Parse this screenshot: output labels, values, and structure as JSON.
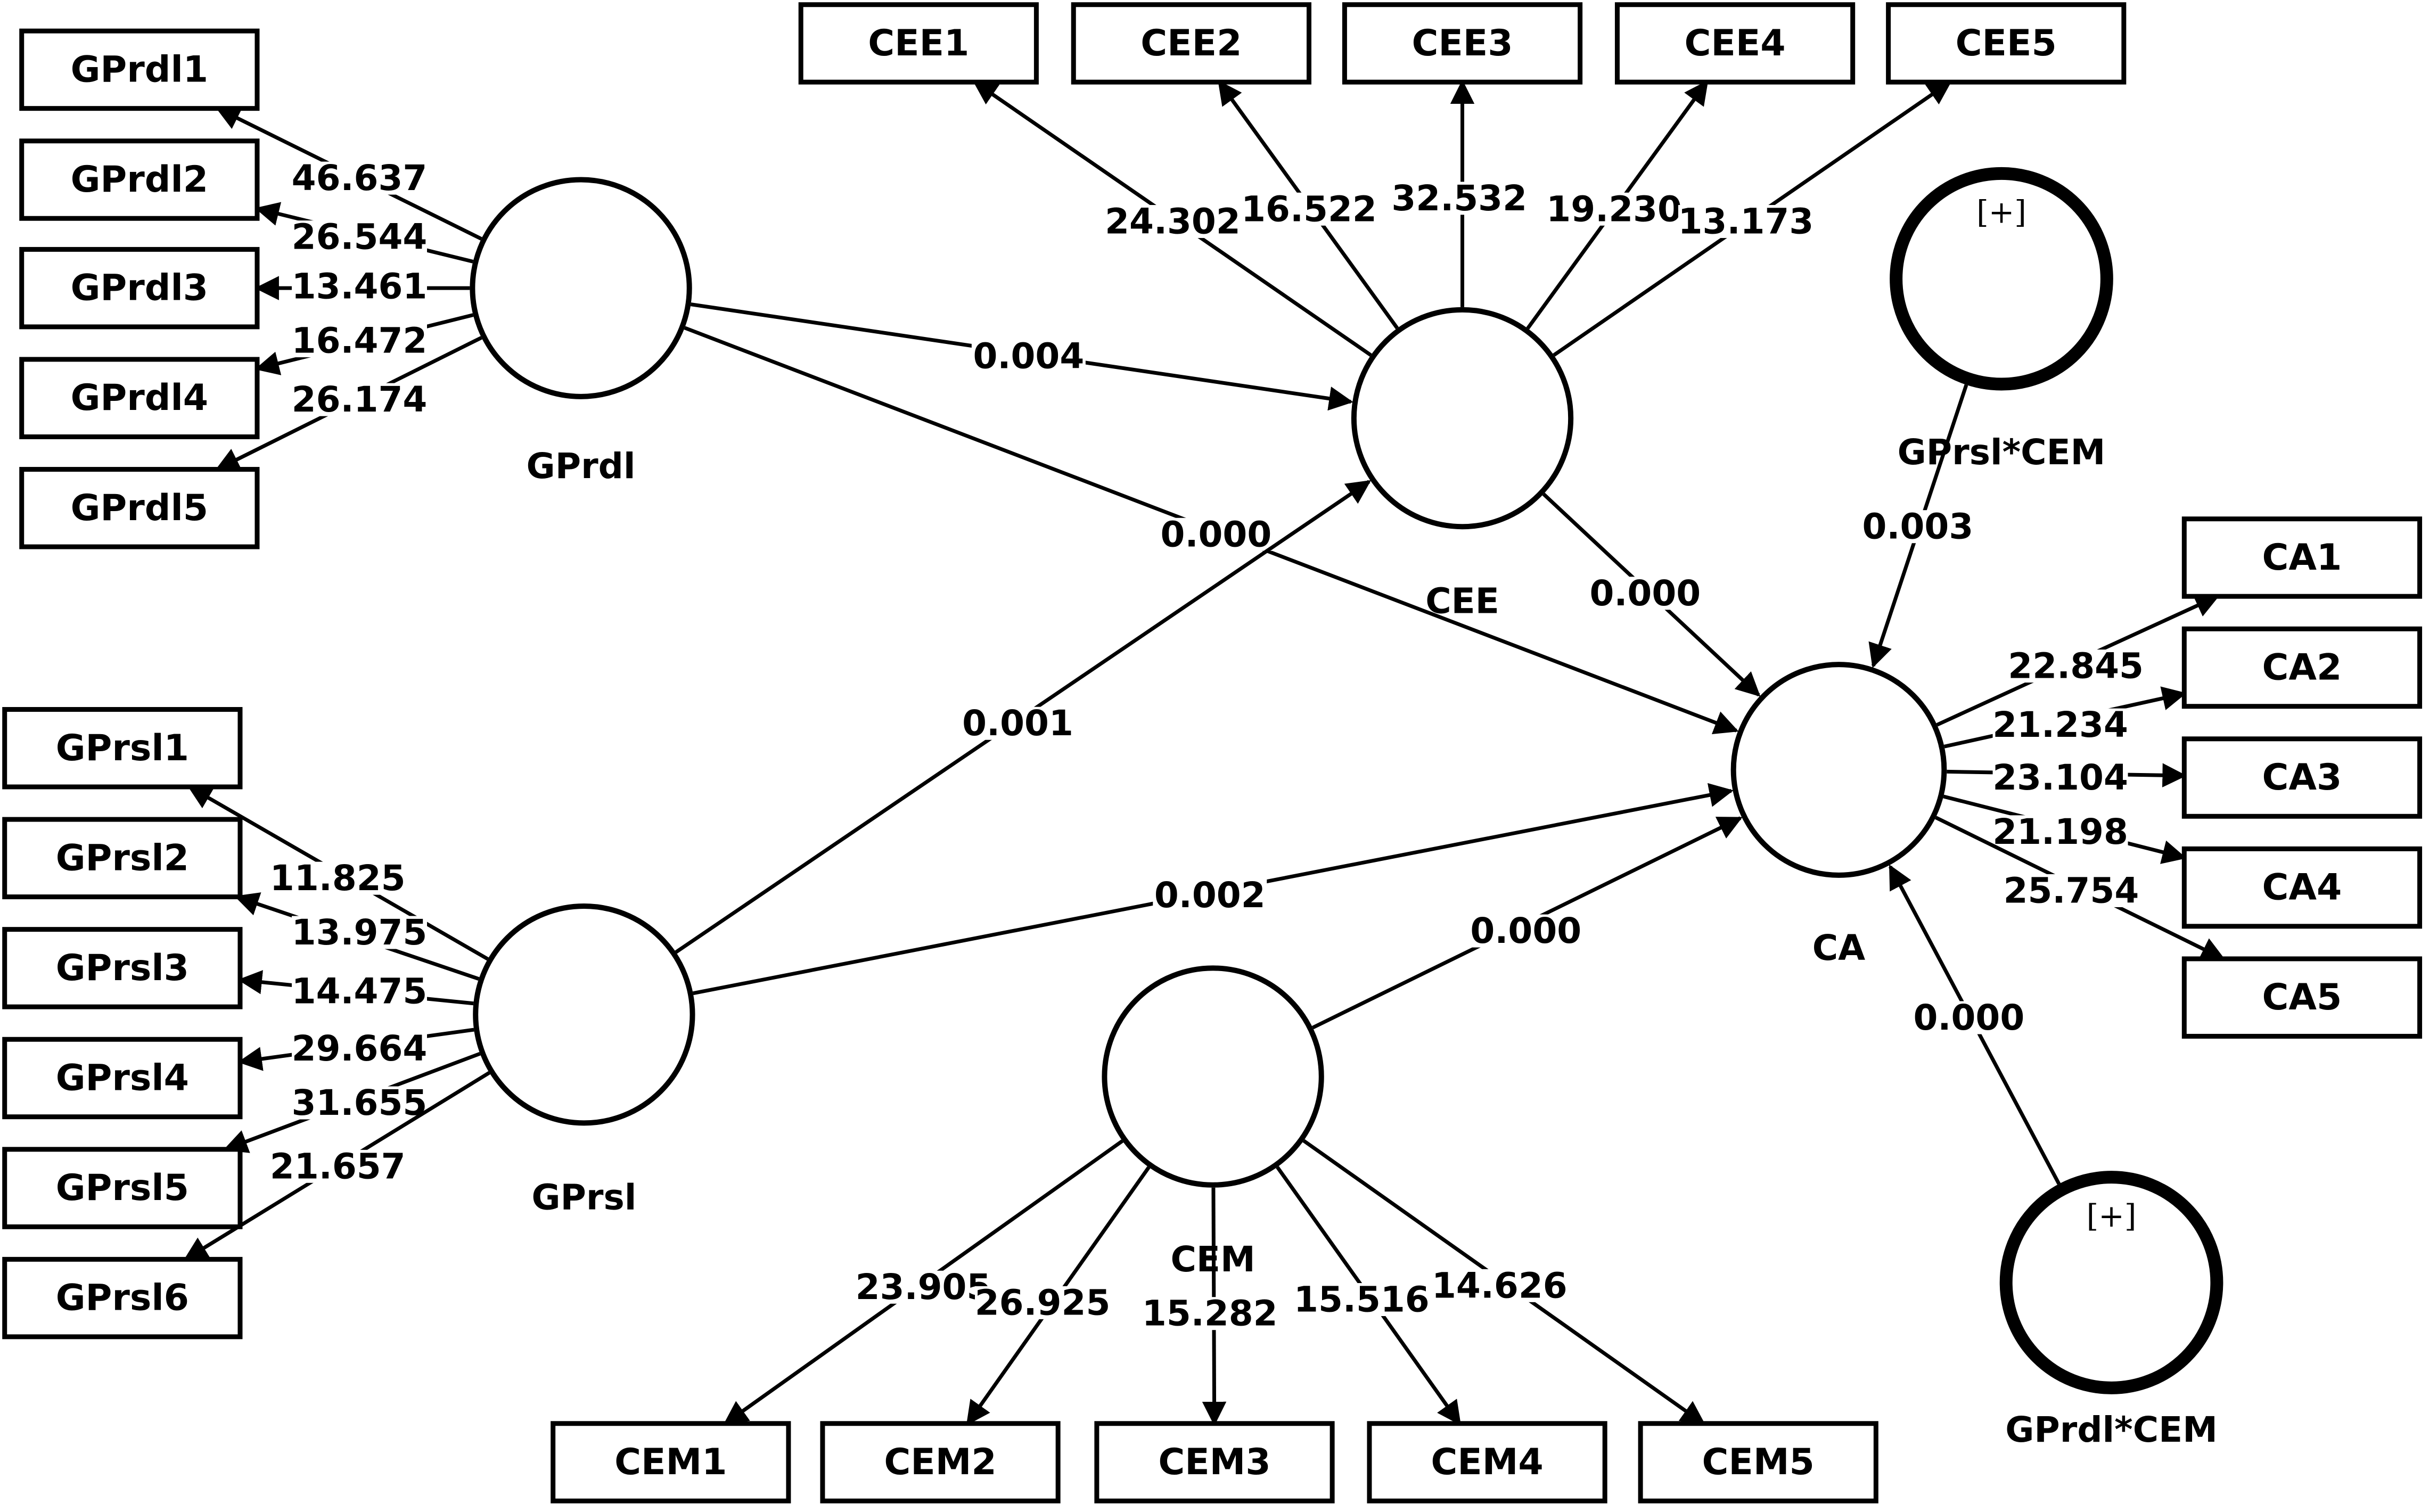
{
  "diagram": {
    "latents": {
      "gprdl": {
        "label": "GPrdl"
      },
      "cee": {
        "label": "CEE"
      },
      "gprsl": {
        "label": "GPrsl"
      },
      "ca": {
        "label": "CA"
      },
      "cem": {
        "label": "CEM"
      },
      "gprsl_cem": {
        "label": "GPrsl*CEM",
        "expand": "[+]"
      },
      "gprdl_cem": {
        "label": "GPrdl*CEM",
        "expand": "[+]"
      }
    },
    "indicators": {
      "GPrdl1": "GPrdl1",
      "GPrdl2": "GPrdl2",
      "GPrdl3": "GPrdl3",
      "GPrdl4": "GPrdl4",
      "GPrdl5": "GPrdl5",
      "CEE1": "CEE1",
      "CEE2": "CEE2",
      "CEE3": "CEE3",
      "CEE4": "CEE4",
      "CEE5": "CEE5",
      "GPrsl1": "GPrsl1",
      "GPrsl2": "GPrsl2",
      "GPrsl3": "GPrsl3",
      "GPrsl4": "GPrsl4",
      "GPrsl5": "GPrsl5",
      "GPrsl6": "GPrsl6",
      "CA1": "CA1",
      "CA2": "CA2",
      "CA3": "CA3",
      "CA4": "CA4",
      "CA5": "CA5",
      "CEM1": "CEM1",
      "CEM2": "CEM2",
      "CEM3": "CEM3",
      "CEM4": "CEM4",
      "CEM5": "CEM5"
    },
    "loadings": {
      "GPrdl1": "46.637",
      "GPrdl2": "26.544",
      "GPrdl3": "13.461",
      "GPrdl4": "16.472",
      "GPrdl5": "26.174",
      "CEE1": "24.302",
      "CEE2": "16.522",
      "CEE3": "32.532",
      "CEE4": "19.230",
      "CEE5": "13.173",
      "GPrsl1": "11.825",
      "GPrsl2": "13.975",
      "GPrsl3": "14.475",
      "GPrsl4": "29.664",
      "GPrsl5": "31.655",
      "GPrsl6": "21.657",
      "CA1": "22.845",
      "CA2": "21.234",
      "CA3": "23.104",
      "CA4": "21.198",
      "CA5": "25.754",
      "CEM1": "23.905",
      "CEM2": "26.925",
      "CEM3": "15.282",
      "CEM4": "15.516",
      "CEM5": "14.626"
    },
    "paths": {
      "gprdl_cee": "0.004",
      "gprdl_ca": "0.000",
      "gprsl_cee": "0.001",
      "gprsl_ca": "0.002",
      "cee_ca": "0.000",
      "cem_ca": "0.000",
      "gprsl_cem_ca": "0.003",
      "gprdl_cem_ca": "0.000"
    }
  }
}
